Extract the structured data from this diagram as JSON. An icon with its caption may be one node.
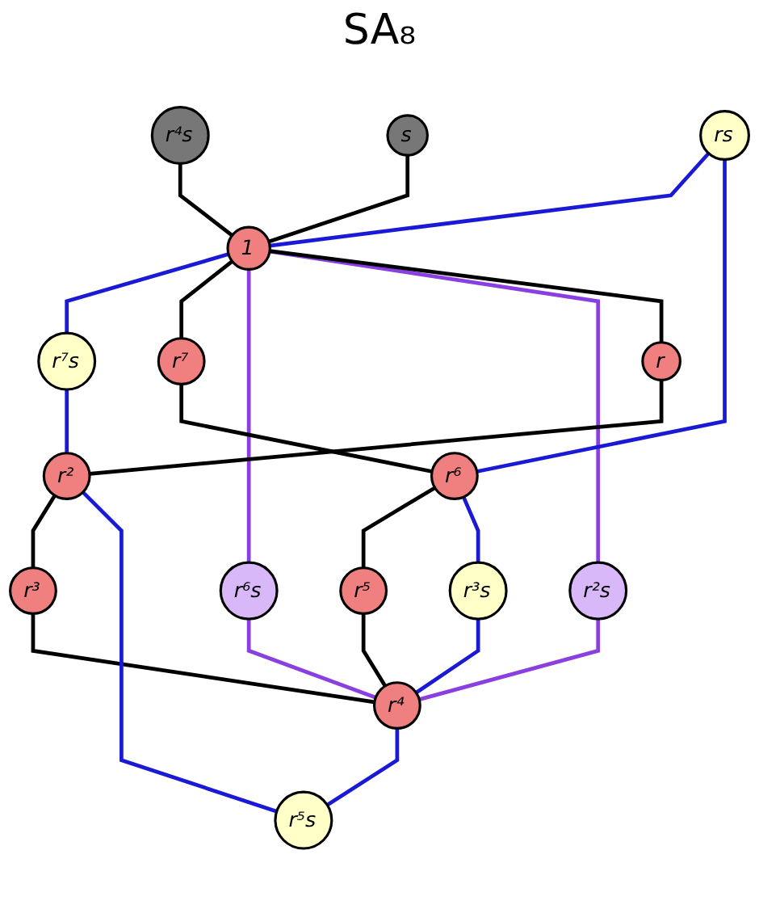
{
  "diagram": {
    "nodes": [
      {
        "text": [
          "r⁴s"
        ]
      },
      {
        "text": [
          "s"
        ]
      },
      {
        "text": [
          "rs"
        ]
      },
      {
        "text": [
          "1"
        ]
      },
      {
        "text": [
          "r⁷s"
        ]
      },
      {
        "text": [
          "r⁷"
        ]
      },
      {
        "text": [
          "r"
        ]
      },
      {
        "text": [
          "r⁶"
        ]
      },
      {
        "text": [
          "r⁶s"
        ]
      },
      {
        "text": [
          "r²s"
        ]
      },
      {
        "text": [
          "r²"
        ]
      },
      {
        "text": [
          "r⁵"
        ]
      },
      {
        "text": [
          "r³"
        ]
      },
      {
        "text": [
          "r³s"
        ]
      },
      {
        "text": [
          "r⁴"
        ]
      },
      {
        "text": [
          "r⁵s"
        ]
      }
    ],
    "edges": [
      {
        "from": 0,
        "to": 3,
        "arrow": "none"
      },
      {
        "from": 1,
        "to": 3,
        "arrow": "none"
      },
      {
        "from": 2,
        "to": 3,
        "arrow": "none",
        "color": "#1a1ad6"
      },
      {
        "from": 3,
        "to": 4,
        "arrow": "none",
        "color": "#1a1ad6"
      },
      {
        "from": 3,
        "to": 5,
        "arrow": "none"
      },
      {
        "from": 3,
        "to": 8,
        "arrow": "none",
        "color": "#8a3fe0"
      },
      {
        "from": 3,
        "to": 9,
        "arrow": "none",
        "color": "#8a3fe0"
      },
      {
        "from": 3,
        "to": 6,
        "arrow": "none"
      },
      {
        "from": 2,
        "to": 7,
        "arrow": "none",
        "color": "#1a1ad6"
      },
      {
        "from": 5,
        "to": 7,
        "arrow": "none"
      },
      {
        "from": 6,
        "to": 10,
        "arrow": "none"
      },
      {
        "from": 4,
        "to": 10,
        "arrow": "none",
        "color": "#1a1ad6"
      },
      {
        "from": 7,
        "to": 11,
        "arrow": "none"
      },
      {
        "from": 10,
        "to": 12,
        "arrow": "none"
      },
      {
        "from": 7,
        "to": 13,
        "arrow": "none",
        "color": "#1a1ad6"
      },
      {
        "from": 11,
        "to": 14,
        "arrow": "none"
      },
      {
        "from": 8,
        "to": 14,
        "arrow": "none",
        "color": "#8a3fe0"
      },
      {
        "from": 9,
        "to": 14,
        "arrow": "none",
        "color": "#8a3fe0"
      },
      {
        "from": 12,
        "to": 14,
        "arrow": "none"
      },
      {
        "from": 10,
        "to": 15,
        "arrow": "none",
        "color": "#1a1ad6"
      },
      {
        "from": 13,
        "to": 14,
        "arrow": "none",
        "color": "#1a1ad6"
      },
      {
        "from": 14,
        "to": 15,
        "arrow": "none",
        "color": "#1a1ad6"
      }
    ],
    "labels": [
      "SA₈"
    ]
  }
}
